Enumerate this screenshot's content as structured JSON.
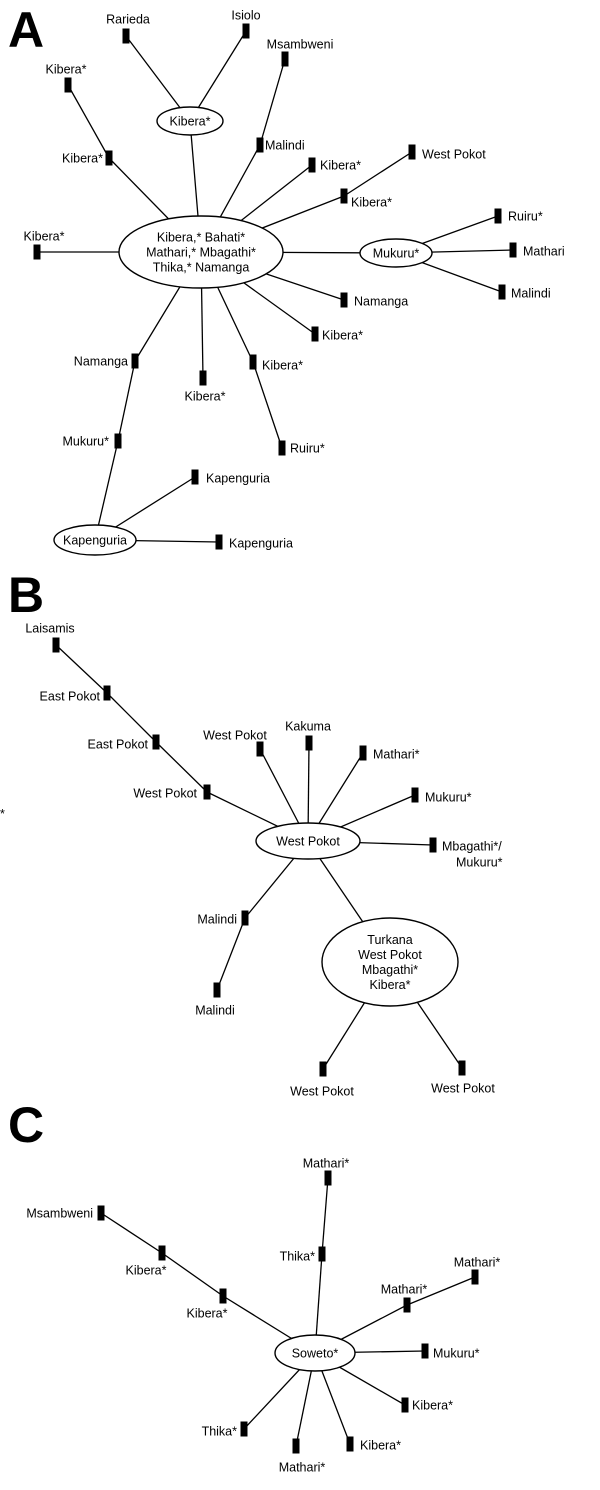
{
  "panels": {
    "a": {
      "letter": "A",
      "hubs": [
        {
          "id": "a_hub",
          "lines": [
            "Kibera,* Bahati*",
            "Mathari,* Mbagathi*",
            "Thika,* Namanga"
          ]
        },
        {
          "id": "a_kib",
          "lines": [
            "Kibera*"
          ]
        },
        {
          "id": "a_muk",
          "lines": [
            "Mukuru*"
          ]
        },
        {
          "id": "a_kap",
          "lines": [
            "Kapenguria"
          ]
        }
      ],
      "nodes": [
        {
          "id": "a_rarieda",
          "label": "Rarieda"
        },
        {
          "id": "a_isiolo",
          "label": "Isiolo"
        },
        {
          "id": "a_msambweni",
          "label": "Msambweni"
        },
        {
          "id": "a_malindi1",
          "label": "Malindi"
        },
        {
          "id": "a_kibera1",
          "label": "Kibera*"
        },
        {
          "id": "a_kibera2",
          "label": "Kibera*"
        },
        {
          "id": "a_kibera3",
          "label": "Kibera*"
        },
        {
          "id": "a_kibera4",
          "label": "Kibera*"
        },
        {
          "id": "a_westpokot",
          "label": "West Pokot"
        },
        {
          "id": "a_kibera5",
          "label": "Kibera*"
        },
        {
          "id": "a_namanga1",
          "label": "Namanga"
        },
        {
          "id": "a_kibera6",
          "label": "Kibera*"
        },
        {
          "id": "a_kibera7",
          "label": "Kibera*"
        },
        {
          "id": "a_ruiru1",
          "label": "Ruiru*"
        },
        {
          "id": "a_kibera8",
          "label": "Kibera*"
        },
        {
          "id": "a_namanga2",
          "label": "Namanga"
        },
        {
          "id": "a_mukuru",
          "label": "Mukuru*"
        },
        {
          "id": "a_ruiru2",
          "label": "Ruiru*"
        },
        {
          "id": "a_mathari",
          "label": "Mathari"
        },
        {
          "id": "a_malindi2",
          "label": "Malindi"
        },
        {
          "id": "a_kap1",
          "label": "Kapenguria"
        },
        {
          "id": "a_kap2",
          "label": "Kapenguria"
        }
      ]
    },
    "b": {
      "letter": "B",
      "stray_mark": "*",
      "hubs": [
        {
          "id": "b_hub",
          "lines": [
            "West Pokot"
          ]
        },
        {
          "id": "b_hub2",
          "lines": [
            "Turkana",
            "West Pokot",
            "Mbagathi*",
            "Kibera*"
          ]
        }
      ],
      "nodes": [
        {
          "id": "b_laisamis",
          "label": "Laisamis"
        },
        {
          "id": "b_eastpokot1",
          "label": "East Pokot"
        },
        {
          "id": "b_eastpokot2",
          "label": "East Pokot"
        },
        {
          "id": "b_westpokot1",
          "label": "West Pokot"
        },
        {
          "id": "b_westpokot2",
          "label": "West Pokot"
        },
        {
          "id": "b_kakuma",
          "label": "Kakuma"
        },
        {
          "id": "b_mathari",
          "label": "Mathari*"
        },
        {
          "id": "b_mukuru",
          "label": "Mukuru*"
        },
        {
          "id": "b_mbagathi",
          "label": "Mbagathi*/ Mukuru*"
        },
        {
          "id": "b_malindi1",
          "label": "Malindi"
        },
        {
          "id": "b_malindi2",
          "label": "Malindi"
        },
        {
          "id": "b_westpokot3",
          "label": "West Pokot"
        },
        {
          "id": "b_westpokot4",
          "label": "West Pokot"
        }
      ]
    },
    "c": {
      "letter": "C",
      "hubs": [
        {
          "id": "c_hub",
          "lines": [
            "Soweto*"
          ]
        }
      ],
      "nodes": [
        {
          "id": "c_msambweni",
          "label": "Msambweni"
        },
        {
          "id": "c_kibera1",
          "label": "Kibera*"
        },
        {
          "id": "c_kibera2",
          "label": "Kibera*"
        },
        {
          "id": "c_mathari1",
          "label": "Mathari*"
        },
        {
          "id": "c_thika1",
          "label": "Thika*"
        },
        {
          "id": "c_mathari2",
          "label": "Mathari*"
        },
        {
          "id": "c_mathari3",
          "label": "Mathari*"
        },
        {
          "id": "c_mukuru",
          "label": "Mukuru*"
        },
        {
          "id": "c_kibera3",
          "label": "Kibera*"
        },
        {
          "id": "c_kibera4",
          "label": "Kibera*"
        },
        {
          "id": "c_mathari4",
          "label": "Mathari*"
        },
        {
          "id": "c_thika2",
          "label": "Thika*"
        }
      ]
    }
  }
}
